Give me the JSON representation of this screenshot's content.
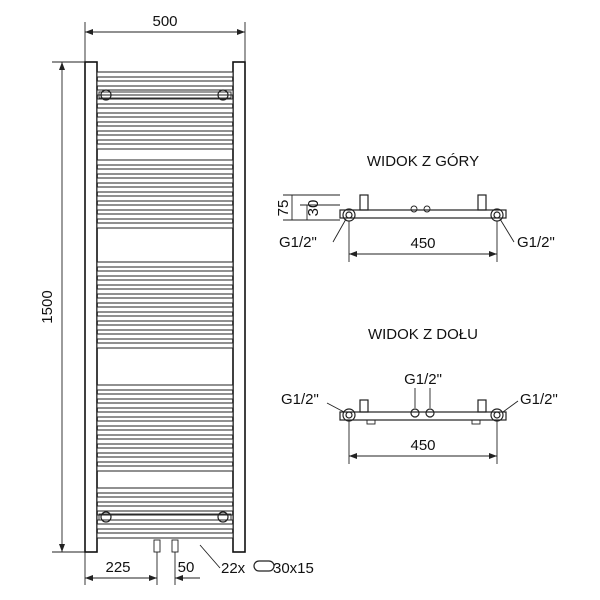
{
  "front_view": {
    "width_label": "500",
    "height_label": "1500",
    "left_offset_label": "225",
    "pipe_spacing_label": "50",
    "tube_spec_label": "22x",
    "tube_profile_label": "30x15"
  },
  "top_view": {
    "title": "WIDOK Z GÓRY",
    "depth_outer_label": "75",
    "depth_inner_label": "30",
    "width_label": "450",
    "left_thread_label": "G1/2\"",
    "right_thread_label": "G1/2\""
  },
  "bottom_view": {
    "title": "WIDOK Z DOŁU",
    "center_thread_label": "G1/2\"",
    "width_label": "450",
    "left_thread_label": "G1/2\"",
    "right_thread_label": "G1/2\""
  }
}
